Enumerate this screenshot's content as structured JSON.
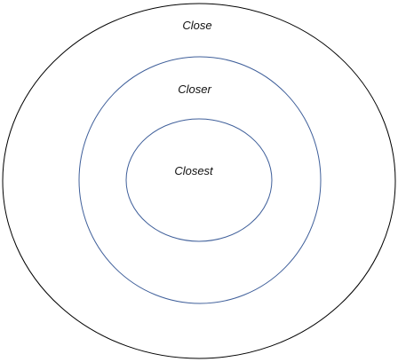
{
  "diagram": {
    "rings": [
      {
        "label": "Close",
        "stroke": "#000000"
      },
      {
        "label": "Closer",
        "stroke": "#3f5f9a"
      },
      {
        "label": "Closest",
        "stroke": "#3f5f9a"
      }
    ],
    "background": "#ffffff"
  }
}
